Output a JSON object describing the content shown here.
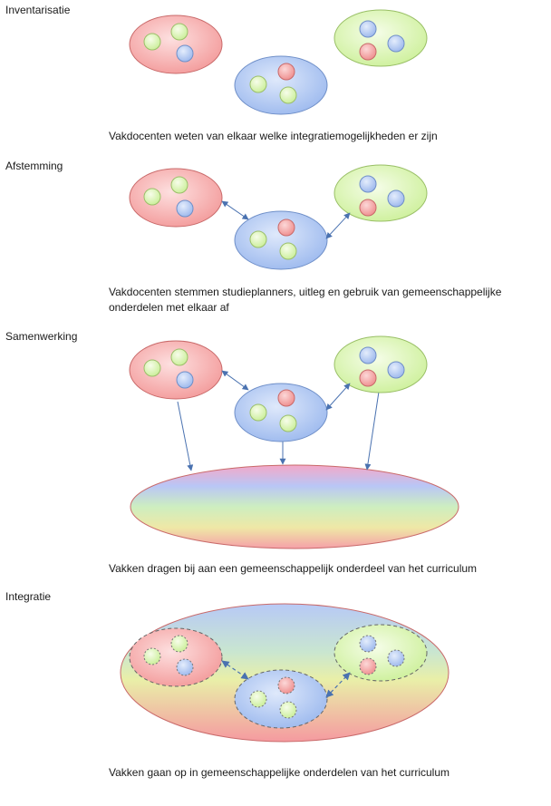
{
  "sections": [
    {
      "heading": "Inventarisatie",
      "caption": "Vakdocenten weten van elkaar welke integratiemogelijkheden er zijn"
    },
    {
      "heading": "Afstemming",
      "caption": "Vakdocenten stemmen studieplanners, uitleg en gebruik van gemeenschappelijke\nonderdelen met elkaar af"
    },
    {
      "heading": "Samenwerking",
      "caption": "Vakken dragen bij aan een gemeenschappelijk onderdeel van het curriculum"
    },
    {
      "heading": "Integratie",
      "caption": "Vakken gaan op in gemeenschappelijke onderdelen van het curriculum"
    }
  ],
  "colors": {
    "red_group": "#f5a3a3",
    "green_group": "#d9f5b0",
    "blue_group": "#a9c3f2",
    "dot_red": "#f29a9a",
    "dot_green": "#d6f5a8",
    "dot_blue": "#aec6f5",
    "arrow": "#4a72b0"
  }
}
